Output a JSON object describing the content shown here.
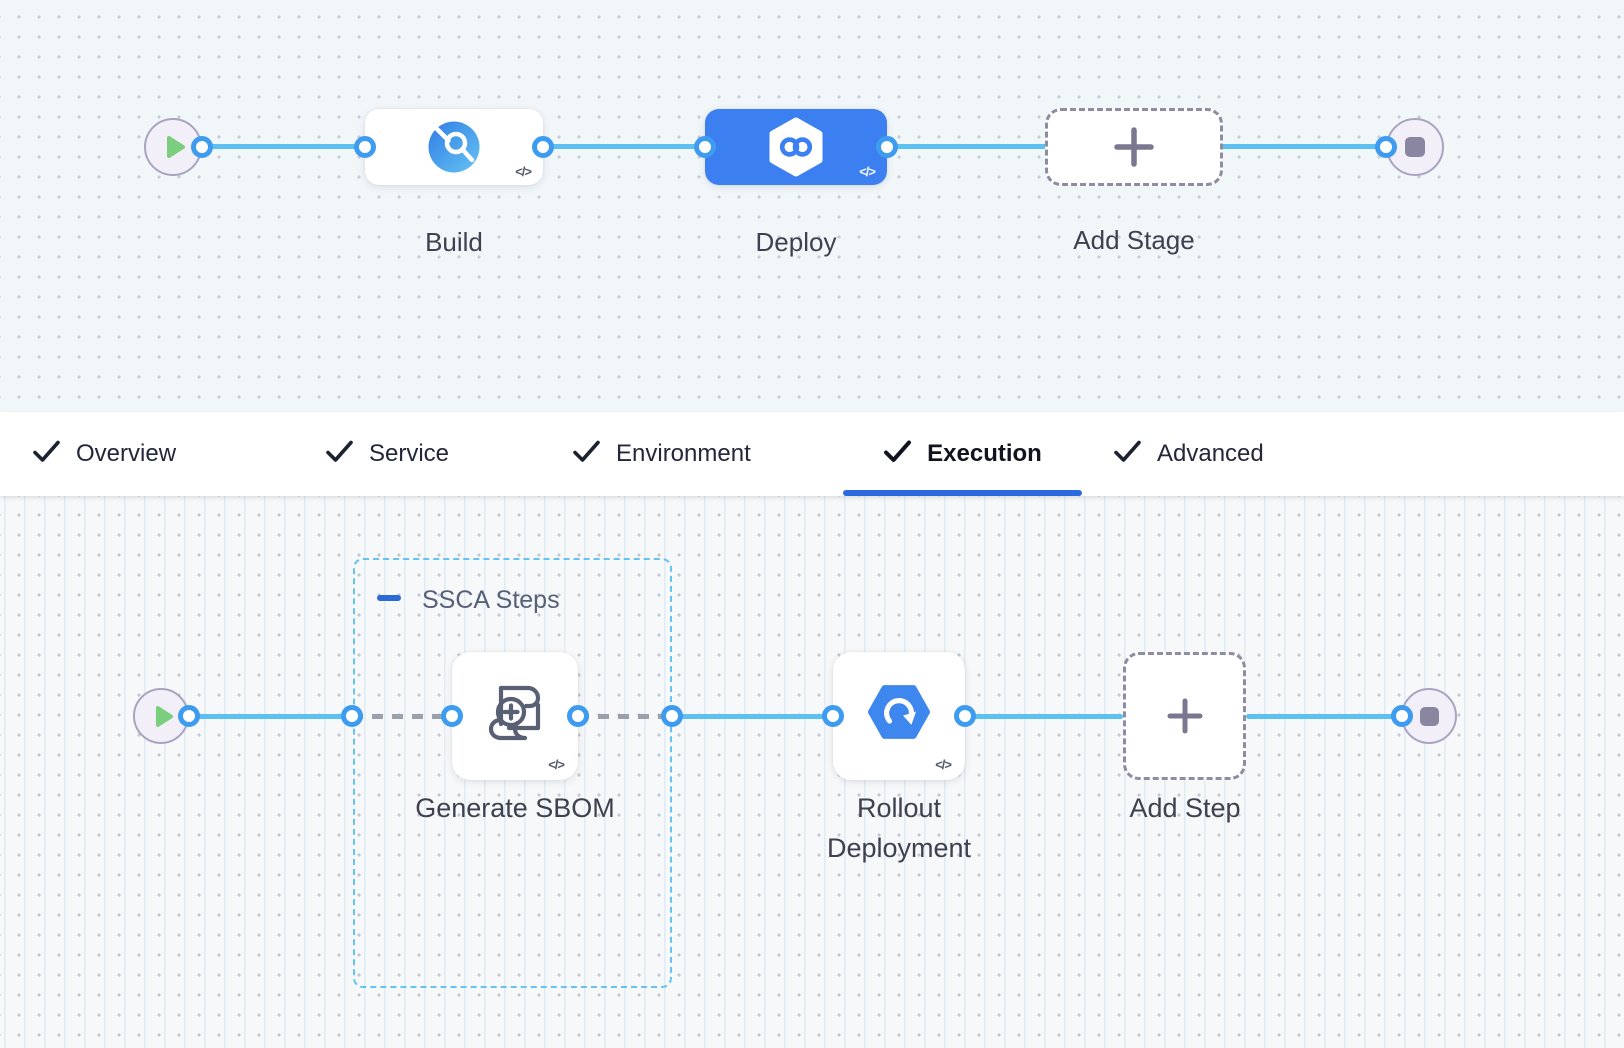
{
  "pipeline_canvas": {
    "stages": [
      {
        "label": "Build"
      },
      {
        "label": "Deploy"
      },
      {
        "label": "Add Stage"
      }
    ]
  },
  "tab_bar": {
    "tabs": [
      {
        "label": "Overview"
      },
      {
        "label": "Service"
      },
      {
        "label": "Environment"
      },
      {
        "label": "Execution"
      },
      {
        "label": "Advanced"
      }
    ],
    "active_tab": "Execution"
  },
  "execution_canvas": {
    "step_group": {
      "label": "SSCA Steps"
    },
    "steps": [
      {
        "label": "Generate SBOM"
      },
      {
        "label": "Rollout Deployment"
      },
      {
        "label": "Add Step"
      }
    ]
  },
  "badges": {
    "code": "</>"
  },
  "colors": {
    "wire": "#5cc0f0",
    "connector_ring": "#3e9cf0",
    "selected_stage": "#3c7ff1",
    "group_border": "#64c3f2",
    "tab_underline": "#2a6bdf",
    "play": "#7bce7d",
    "terminal_fill": "#f2eff8",
    "terminal_border": "#a8a3c1",
    "stop": "#8a86a0",
    "dashed_wire": "#9aa0ac",
    "label_text": "#3d4150"
  }
}
